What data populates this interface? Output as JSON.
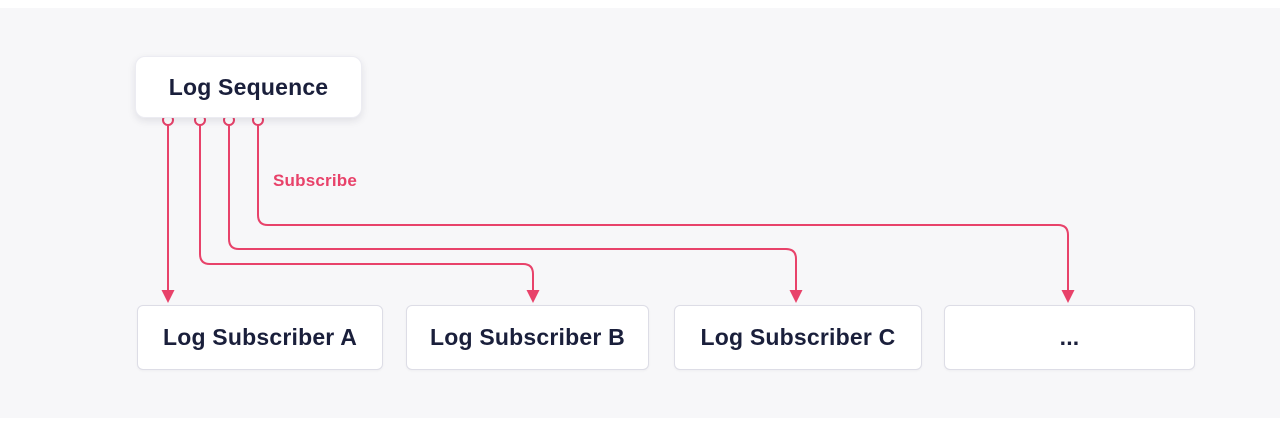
{
  "diagram": {
    "source_node": {
      "label": "Log Sequence"
    },
    "edge_label": "Subscribe",
    "subscribers": [
      {
        "label": "Log Subscriber A"
      },
      {
        "label": "Log Subscriber B"
      },
      {
        "label": "Log Subscriber C"
      },
      {
        "label": "..."
      }
    ],
    "colors": {
      "accent": "#e8426a",
      "text": "#1a1f3b",
      "canvas": "#f7f7f9",
      "node_bg": "#ffffff",
      "node_border": "#dddde6"
    }
  }
}
